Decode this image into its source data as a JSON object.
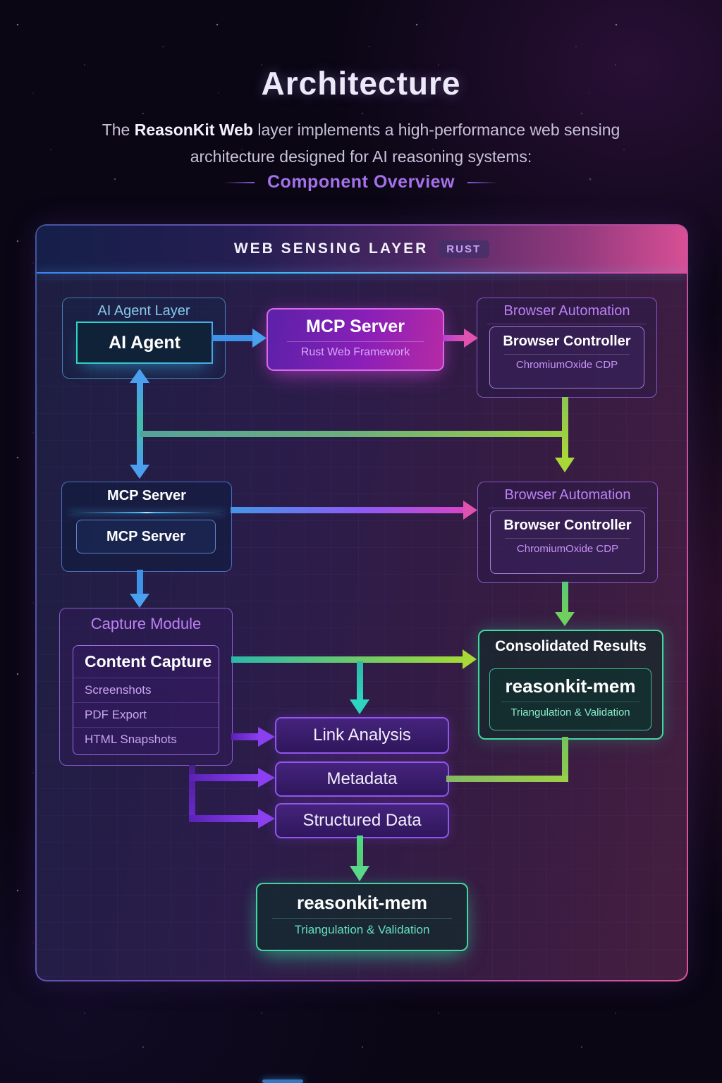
{
  "header": {
    "title": "Architecture",
    "subtitle": {
      "prefix": "The ",
      "highlight": "ReasonKit Web",
      "suffix": " layer implements a high-performance web sensing architecture designed for AI reasoning systems:"
    },
    "section_heading": "Component Overview"
  },
  "panel": {
    "title": "WEB SENSING LAYER",
    "badge": "RUST"
  },
  "nodes": {
    "ai_agent_layer": {
      "label": "AI Agent Layer",
      "agent": "AI Agent"
    },
    "mcp_server_top": {
      "title": "MCP Server",
      "subtitle": "Rust Web Framework"
    },
    "browser_automation_top": {
      "label": "Browser Automation",
      "controller": "Browser Controller",
      "protocol": "ChromiumOxide CDP"
    },
    "mcp_server_group": {
      "label": "MCP Server",
      "server": "MCP Server"
    },
    "browser_automation_mid": {
      "label": "Browser Automation",
      "controller": "Browser Controller",
      "protocol": "ChromiumOxide CDP"
    },
    "capture_module": {
      "label": "Capture Module",
      "title": "Content Capture",
      "items": [
        "Screenshots",
        "PDF Export",
        "HTML Snapshots"
      ]
    },
    "consolidated_results": {
      "label": "Consolidated Results",
      "store": "reasonkit-mem",
      "method": "Triangulation & Validation"
    },
    "link_analysis": {
      "label": "Link Analysis"
    },
    "metadata": {
      "label": "Metadata"
    },
    "structured_data": {
      "label": "Structured Data"
    },
    "reasonkit_mem": {
      "store": "reasonkit-mem",
      "method": "Triangulation & Validation"
    }
  },
  "colors": {
    "accent_blue": "#4596e8",
    "accent_teal": "#2dd4bf",
    "accent_purple": "#8b5cf6",
    "accent_pink": "#e052b0",
    "accent_lime": "#a8d838",
    "accent_green": "#34d399"
  }
}
